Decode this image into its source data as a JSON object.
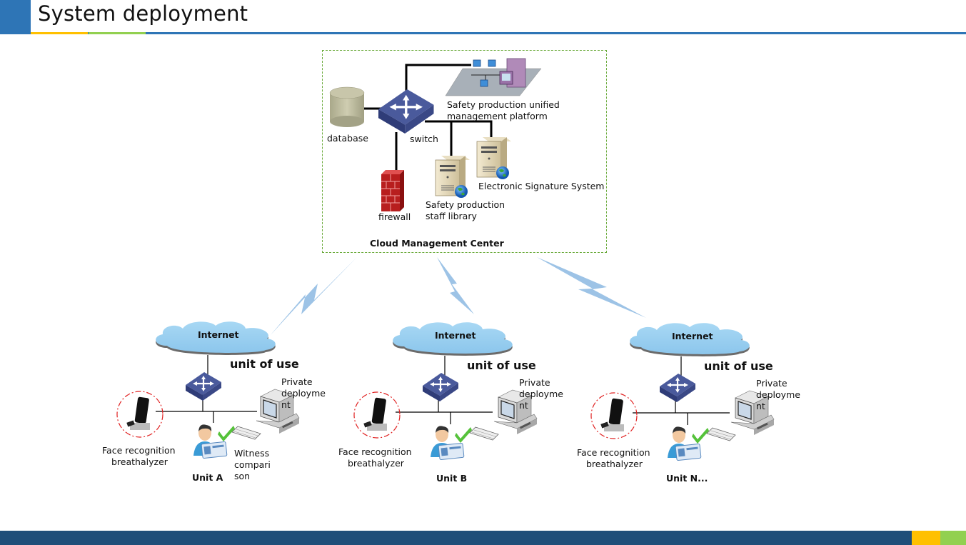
{
  "header": {
    "title": "System deployment"
  },
  "colors": {
    "primary_blue": "#2e75b6",
    "dark_blue": "#1f4e79",
    "yellow": "#ffc000",
    "green": "#92d050",
    "link_line": "#000000",
    "lightning": "#9dc3e6",
    "cloud": "#9dcfef",
    "dashed_border": "#6aaa3a",
    "ring": "#e02020"
  },
  "cloud_center": {
    "title": "Cloud Management Center",
    "nodes": {
      "database": "database",
      "switch": "switch",
      "platform_line1": "Safety production unified",
      "platform_line2": "management platform",
      "firewall": "firewall",
      "staff_library_line1": "Safety production",
      "staff_library_line2": "staff library",
      "signature": "Electronic Signature System"
    }
  },
  "units": [
    {
      "name": "Unit A",
      "internet": "Internet",
      "unit_of_use": "unit of use",
      "private_line1": "Private",
      "private_line2": "deployme",
      "private_line3": "nt",
      "device_line1": "Face recognition",
      "device_line2": "breathalyzer",
      "witness_line1": "Witness",
      "witness_line2": "compari",
      "witness_line3": "son"
    },
    {
      "name": "Unit B",
      "internet": "Internet",
      "unit_of_use": "unit of use",
      "private_line1": "Private",
      "private_line2": "deployme",
      "private_line3": "nt",
      "device_line1": "Face recognition",
      "device_line2": "breathalyzer"
    },
    {
      "name": "Unit N...",
      "internet": "Internet",
      "unit_of_use": "unit of use",
      "private_line1": "Private",
      "private_line2": "deployme",
      "private_line3": "nt",
      "device_line1": "Face recognition",
      "device_line2": "breathalyzer"
    }
  ]
}
